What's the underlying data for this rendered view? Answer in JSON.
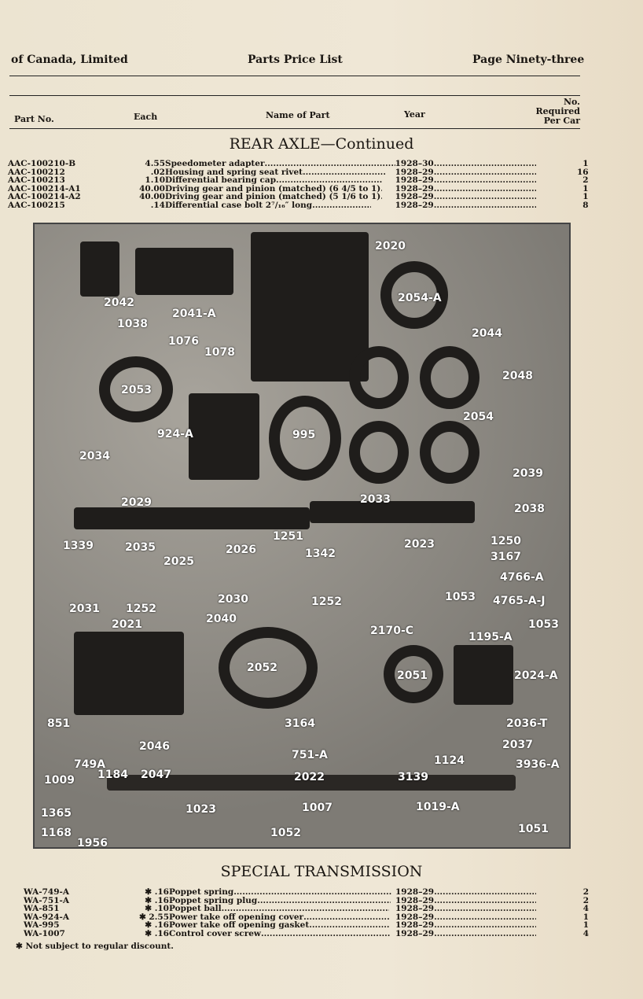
{
  "header": {
    "left": "of Canada, Limited",
    "center": "Parts Price List",
    "right": "Page Ninety-three"
  },
  "columns": {
    "part_no": "Part No.",
    "each": "Each",
    "name": "Name of Part",
    "year": "Year",
    "required": "No. Required Per Car"
  },
  "section1": {
    "title": "REAR AXLE—Continued",
    "rows": [
      {
        "part": "AAC-100210-B",
        "each": "4.55",
        "name": "Speedometer adapter",
        "year": "1928–30",
        "qty": "1"
      },
      {
        "part": "AAC-100212",
        "each": ".02",
        "name": "Housing and spring seat rivet",
        "year": "1928–29",
        "qty": "16"
      },
      {
        "part": "AAC-100213",
        "each": "1.10",
        "name": "Differential bearing cap",
        "year": "1928–29",
        "qty": "2"
      },
      {
        "part": "AAC-100214-A1",
        "each": "40.00",
        "name": "Driving gear and pinion (matched) (6 4/5 to 1)",
        "year": "1928–29",
        "qty": "1"
      },
      {
        "part": "AAC-100214-A2",
        "each": "40.00",
        "name": "Driving gear and pinion (matched) (5 1/6 to 1)",
        "year": "1928–29",
        "qty": "1"
      },
      {
        "part": "AAC-100215",
        "each": ".14",
        "name": "Differential case bolt 2⁷/₁₆″ long",
        "year": "1928–29",
        "qty": "8"
      }
    ]
  },
  "figure_labels": [
    "2042",
    "2041-A",
    "2020",
    "2054-A",
    "2044",
    "1038",
    "1076",
    "1078",
    "2053",
    "2048",
    "924-A",
    "995",
    "2054",
    "2034",
    "2039",
    "2029",
    "2033",
    "2038",
    "1339",
    "2035",
    "2026",
    "1251",
    "1342",
    "2023",
    "1250",
    "3167",
    "2025",
    "4766-A",
    "2031",
    "1252",
    "2030",
    "1252",
    "1053",
    "4765-A-J",
    "2040",
    "2021",
    "2170-C",
    "1053",
    "1195-A",
    "2052",
    "2051",
    "2024-A",
    "851",
    "3164",
    "2036-T",
    "2046",
    "2037",
    "751-A",
    "749A",
    "1124",
    "3936-A",
    "1184",
    "2047",
    "2022",
    "3139",
    "1009",
    "1023",
    "1007",
    "1019-A",
    "1365",
    "1052",
    "1051",
    "1168",
    "1956"
  ],
  "section2": {
    "title": "SPECIAL TRANSMISSION",
    "rows": [
      {
        "part": "WA-749-A",
        "each": "✱ .16",
        "name": "Poppet spring",
        "year": "1928–29",
        "qty": "2"
      },
      {
        "part": "WA-751-A",
        "each": "✱ .16",
        "name": "Poppet spring plug",
        "year": "1928–29",
        "qty": "2"
      },
      {
        "part": "WA-851",
        "each": "✱ .10",
        "name": "Poppet ball",
        "year": "1928–29",
        "qty": "4"
      },
      {
        "part": "WA-924-A",
        "each": "✱ 2.55",
        "name": "Power take off opening cover",
        "year": "1928–29",
        "qty": "1"
      },
      {
        "part": "WA-995",
        "each": "✱ .16",
        "name": "Power take off opening gasket",
        "year": "1928–29",
        "qty": "1"
      },
      {
        "part": "WA-1007",
        "each": "✱ .16",
        "name": "Control cover screw",
        "year": "1928–29",
        "qty": "4"
      }
    ]
  },
  "footnote": "✱ Not subject to regular discount."
}
